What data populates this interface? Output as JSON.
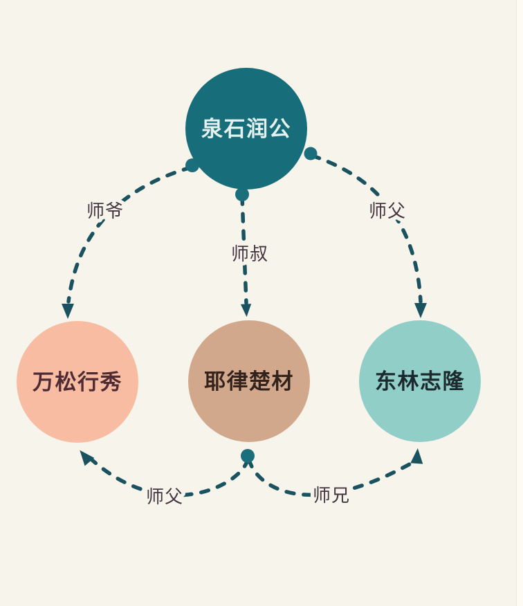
{
  "diagram": {
    "background_color": "#f7f4ec",
    "edge_color": "#1a535f",
    "dot_color": "#1b6e7c",
    "edge_label_color": "#443641",
    "nodes": [
      {
        "name": "quanshi-rungong",
        "label": "泉石润公",
        "fill": "#176d7a",
        "label_color": "#e4f1ef"
      },
      {
        "name": "wansong-xingxiu",
        "label": "万松行秀",
        "fill": "#f8bca2",
        "label_color": "#4f2b33"
      },
      {
        "name": "yelv-chucai",
        "label": "耶律楚材",
        "fill": "#d2a88d",
        "label_color": "#33231c"
      },
      {
        "name": "donglin-zhilong",
        "label": "东林志隆",
        "fill": "#90cec7",
        "label_color": "#1c2a2e"
      }
    ],
    "edges": [
      {
        "from": "泉石润公",
        "to": "万松行秀",
        "label": "师爷"
      },
      {
        "from": "泉石润公",
        "to": "耶律楚材",
        "label": "师叔"
      },
      {
        "from": "泉石润公",
        "to": "东林志隆",
        "label": "师父"
      },
      {
        "from": "耶律楚材",
        "to": "万松行秀",
        "label": "师父"
      },
      {
        "from": "耶律楚材",
        "to": "东林志隆",
        "label": "师兄"
      }
    ]
  }
}
